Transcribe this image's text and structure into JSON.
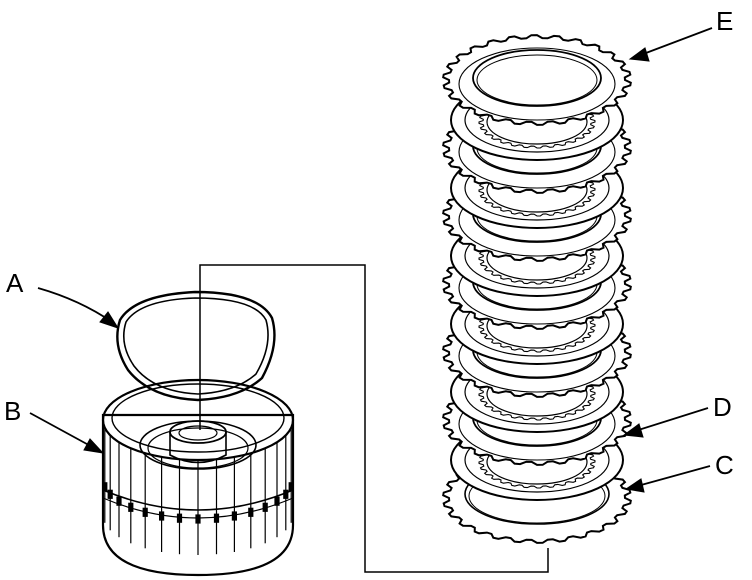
{
  "diagram": {
    "colors": {
      "ink": "#000000",
      "background": "#ffffff"
    },
    "callouts": [
      {
        "id": "A",
        "text": "A",
        "part": "o-ring"
      },
      {
        "id": "B",
        "text": "B",
        "part": "clutch-drum"
      },
      {
        "id": "C",
        "text": "C",
        "part": "clutch-end-plate"
      },
      {
        "id": "D",
        "text": "D",
        "part": "clutch-disc"
      },
      {
        "id": "E",
        "text": "E",
        "part": "clutch-plate"
      }
    ],
    "clutch_pack": {
      "pairs": 6,
      "order_top_to_bottom": [
        "clutch-plate",
        "clutch-disc"
      ]
    }
  }
}
